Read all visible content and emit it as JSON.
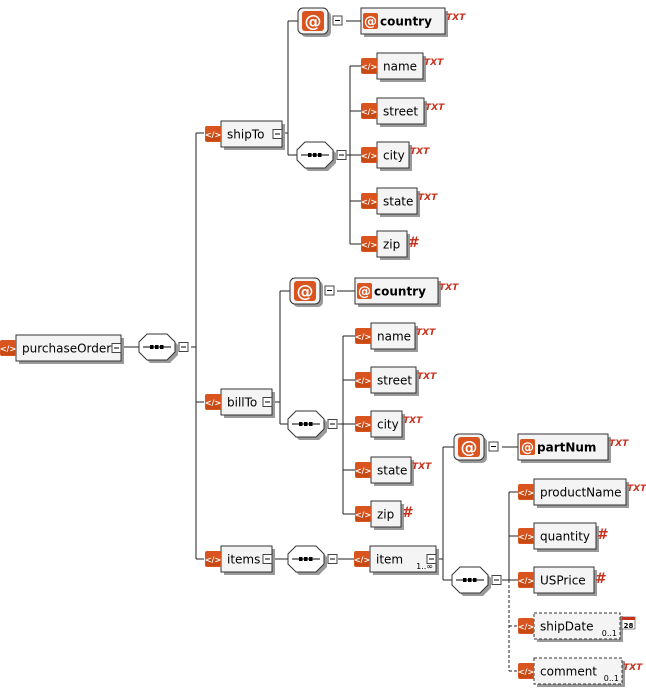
{
  "labels": {
    "purchase_order": "purchaseOrder",
    "ship_to": "shipTo",
    "bill_to": "billTo",
    "items": "items",
    "item": "item",
    "ship_country": "country",
    "ship_name": "name",
    "ship_street": "street",
    "ship_city": "city",
    "ship_state": "state",
    "ship_zip": "zip",
    "bill_country": "country",
    "bill_name": "name",
    "bill_street": "street",
    "bill_city": "city",
    "bill_state": "state",
    "bill_zip": "zip",
    "part_num": "partNum",
    "product_name": "productName",
    "quantity": "quantity",
    "us_price": "USPrice",
    "ship_date": "shipDate",
    "comment": "comment"
  },
  "markers": {
    "attribute": "@",
    "element": "</>",
    "collapse": "−",
    "sequence": "···"
  },
  "type_badges": {
    "txt": "TXT",
    "number": "#",
    "date": "28"
  },
  "cardinality": {
    "item": "1..∞",
    "ship_date": "0..1",
    "comment": "0..1"
  },
  "colors": {
    "icon_orange": "#d9541e",
    "badge_red": "#c8321e",
    "box_fill": "#f4f4f4",
    "outline": "#333333",
    "shadow": "#9a9a9a",
    "connector": "#222222"
  }
}
